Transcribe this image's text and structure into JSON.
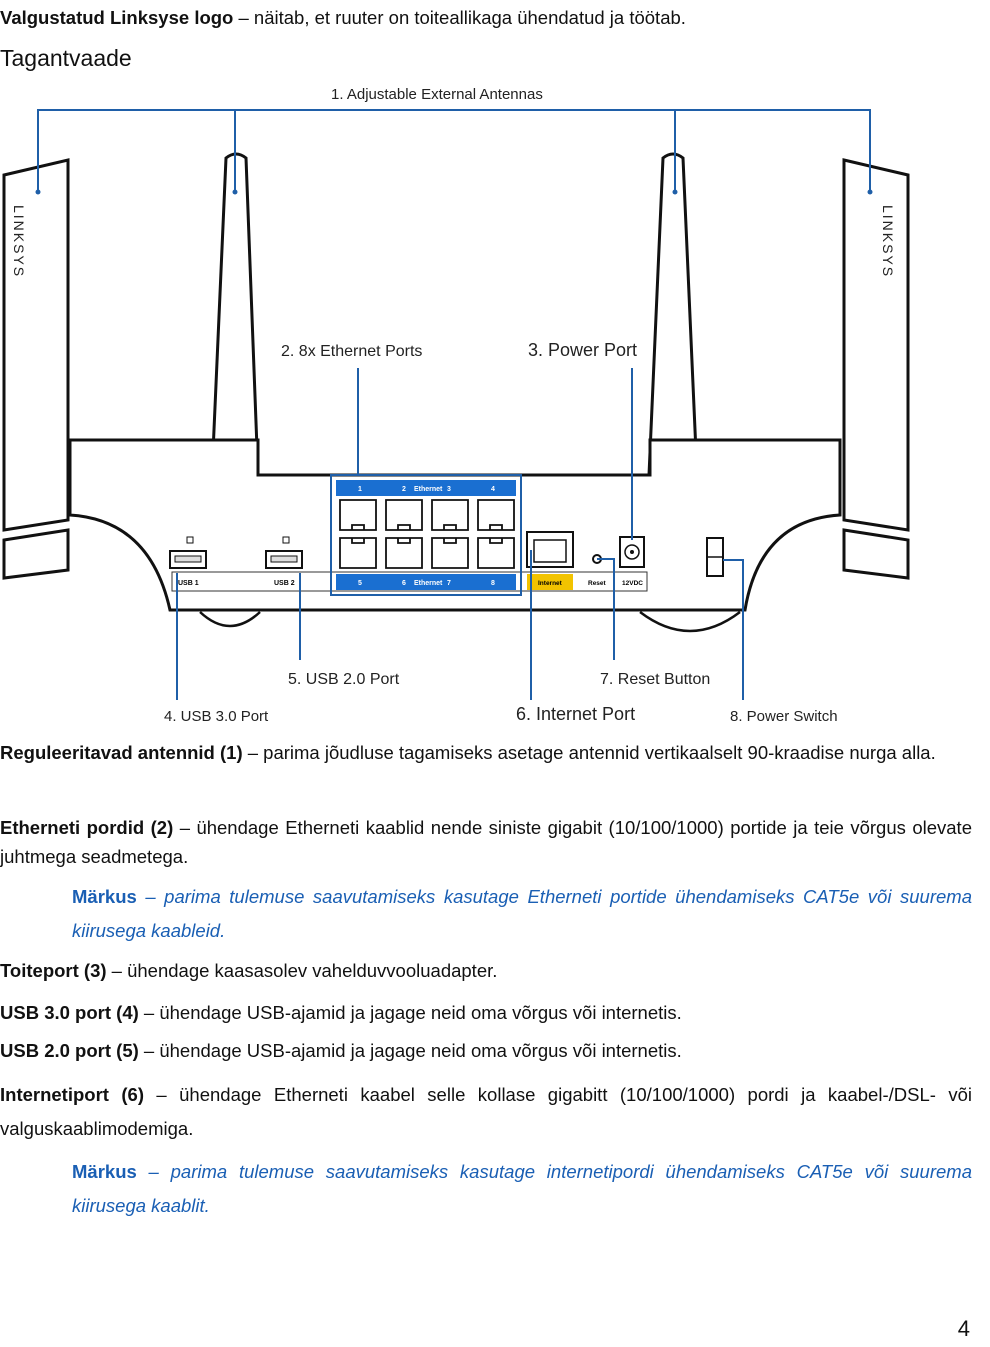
{
  "intro": {
    "bold": "Valgustatud Linksyse logo",
    "text": " – näitab, et ruuter on toiteallikaga ühendatud ja töötab."
  },
  "heading": "Tagantvaade",
  "diagram": {
    "brand": "LINKSYS",
    "callouts": {
      "antennas": "1. Adjustable External Antennas",
      "ethernet": "2. 8x Ethernet Ports",
      "power_port": "3. Power Port",
      "usb30": "4. USB 3.0 Port",
      "usb20": "5. USB 2.0 Port",
      "internet": "6. Internet Port",
      "reset": "7. Reset Button",
      "power_switch": "8. Power Switch"
    },
    "panel_labels": {
      "usb1": "USB 1",
      "usb2": "USB 2",
      "eth_top": [
        "1",
        "2",
        "Ethernet",
        "3",
        "4"
      ],
      "eth_bottom": [
        "5",
        "6",
        "Ethernet",
        "7",
        "8"
      ],
      "internet": "Internet",
      "reset": "Reset",
      "dc": "12VDC"
    },
    "colors": {
      "callout_line": "#1f5fa8",
      "ethernet_blue": "#1a6fd1",
      "internet_yellow": "#f2c300"
    }
  },
  "paragraphs": [
    {
      "bold": "Reguleeritavad antennid (1)",
      "text": " – parima jõudluse tagamiseks asetage antennid vertikaalselt 90-kraadise nurga alla."
    },
    {
      "bold": "Etherneti pordid (2)",
      "text": " – ühendage Etherneti kaablid nende siniste gigabit (10/100/1000) portide ja teie võrgus olevate juhtmega seadmetega."
    },
    {
      "bold": "Märkus",
      "text": " – parima tulemuse saavutamiseks kasutage Etherneti portide ühendamiseks CAT5e või suurema kiirusega kaableid."
    },
    {
      "bold": "Toiteport (3)",
      "text": " – ühendage kaasasolev vahelduvvooluadapter."
    },
    {
      "bold": "USB 3.0 port (4)",
      "text": " – ühendage USB-ajamid ja jagage neid oma võrgus või internetis."
    },
    {
      "bold": "USB 2.0 port (5)",
      "text": " – ühendage USB-ajamid ja jagage neid oma võrgus või internetis."
    },
    {
      "bold": "Internetiport (6)",
      "text": " – ühendage Etherneti kaabel selle kollase gigabitt (10/100/1000) pordi ja kaabel-/DSL- või valguskaablimodemiga."
    },
    {
      "bold": "Märkus",
      "text": " – parima tulemuse saavutamiseks kasutage internetipordi ühendamiseks CAT5e või suurema kiirusega kaablit."
    }
  ],
  "page_number": "4"
}
